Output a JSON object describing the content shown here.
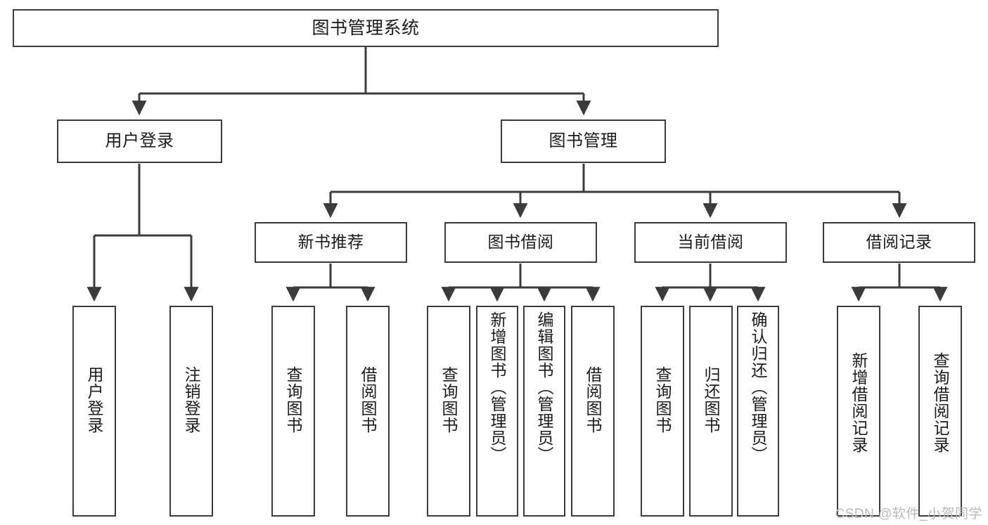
{
  "diagram": {
    "title": "图书管理系统",
    "type": "tree-hierarchy",
    "orientation": "top-down",
    "colors": {
      "line": "#3b3b3b",
      "box_border": "#3b3b3b",
      "box_fill": "#ffffff",
      "text": "#1b1b1b",
      "watermark": "#b9b9b9",
      "background": "#ffffff"
    }
  },
  "root": {
    "label": "图书管理系统"
  },
  "level2": [
    {
      "label": "用户登录"
    },
    {
      "label": "图书管理"
    }
  ],
  "level3": [
    {
      "label": "新书推荐"
    },
    {
      "label": "图书借阅"
    },
    {
      "label": "当前借阅"
    },
    {
      "label": "借阅记录"
    }
  ],
  "leaves": {
    "user_login": [
      {
        "label": "用户登录"
      },
      {
        "label": "注销登录"
      }
    ],
    "new_book_recommend": [
      {
        "label": "查询图书"
      },
      {
        "label": "借阅图书"
      }
    ],
    "book_borrow": [
      {
        "label": "查询图书"
      },
      {
        "label": "新增图书（管理员）"
      },
      {
        "label": "编辑图书（管理员）"
      },
      {
        "label": "借阅图书"
      }
    ],
    "current_borrow": [
      {
        "label": "查询图书"
      },
      {
        "label": "归还图书"
      },
      {
        "label": "确认归还（管理员）"
      }
    ],
    "borrow_record": [
      {
        "label": "新增借阅记录"
      },
      {
        "label": "查询借阅记录"
      }
    ]
  },
  "watermark": {
    "text": "CSDN @软件_小贺同学"
  }
}
